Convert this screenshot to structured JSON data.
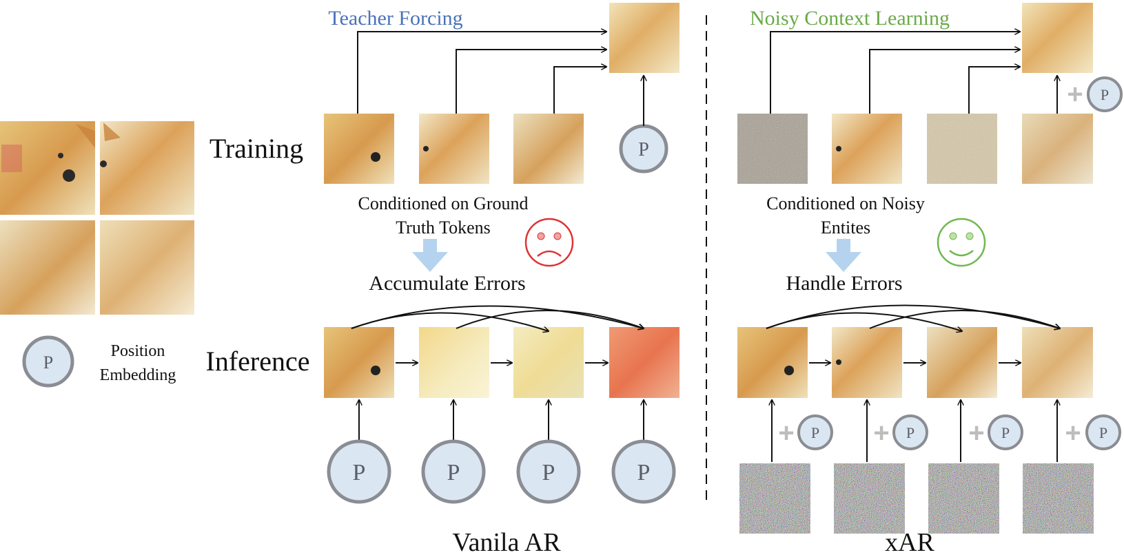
{
  "colors": {
    "teacher_title": "#4a72b8",
    "noisy_title": "#6aaa48",
    "sad_face": "#dd3333",
    "happy_face": "#6fb84e",
    "down_arrow": "#b5d3ee",
    "embed_fill": "#dbe6f3",
    "embed_stroke": "#8a8d93",
    "plus": "#bdbdbd"
  },
  "legend": {
    "embedding_symbol": "P",
    "label_line1": "Position",
    "label_line2": "Embedding"
  },
  "vanilla": {
    "title": "Teacher Forcing",
    "training_label": "Training",
    "inference_label": "Inference",
    "condition_line1": "Conditioned on Ground",
    "condition_line2": "Truth Tokens",
    "result": "Accumulate Errors",
    "face": "sad",
    "caption": "Vanila AR",
    "embed_symbol": "P"
  },
  "xar": {
    "title": "Noisy Context Learning",
    "condition_line1": "Conditioned on Noisy",
    "condition_line2": "Entites",
    "result": "Handle Errors",
    "face": "happy",
    "caption": "xAR",
    "embed_symbol": "P",
    "plus_symbol": "+"
  }
}
